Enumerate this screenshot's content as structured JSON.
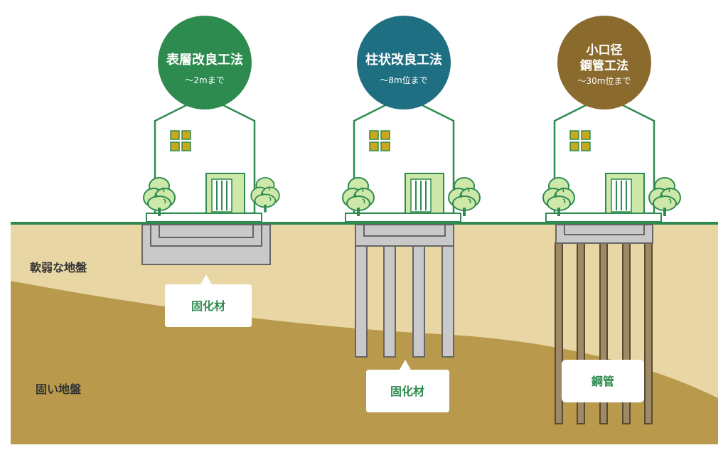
{
  "labels": {
    "soft_ground": "軟弱な地盤",
    "hard_ground": "固い地盤"
  },
  "methods": [
    {
      "title_lines": [
        "表層改良工法"
      ],
      "depth": "～2mまで",
      "color": "#2e8b4f",
      "callout": "固化材"
    },
    {
      "title_lines": [
        "柱状改良工法"
      ],
      "depth": "～8m位まで",
      "color": "#1f6f82",
      "callout": "固化材"
    },
    {
      "title_lines": [
        "小口径",
        "鋼管工法"
      ],
      "depth": "～30m位まで",
      "color": "#8b6a2e",
      "callout": "鋼管"
    }
  ],
  "colors": {
    "soft_soil": "#e8d7a4",
    "hard_soil": "#b99a4c",
    "ground_line": "#2e8b4f",
    "house_outline": "#2e8b4f",
    "window": "#c9a81e",
    "tree": "#cde8a8",
    "concrete": "#c9c9c9",
    "concrete_edge": "#666666",
    "pipe": "#9e8a66"
  }
}
